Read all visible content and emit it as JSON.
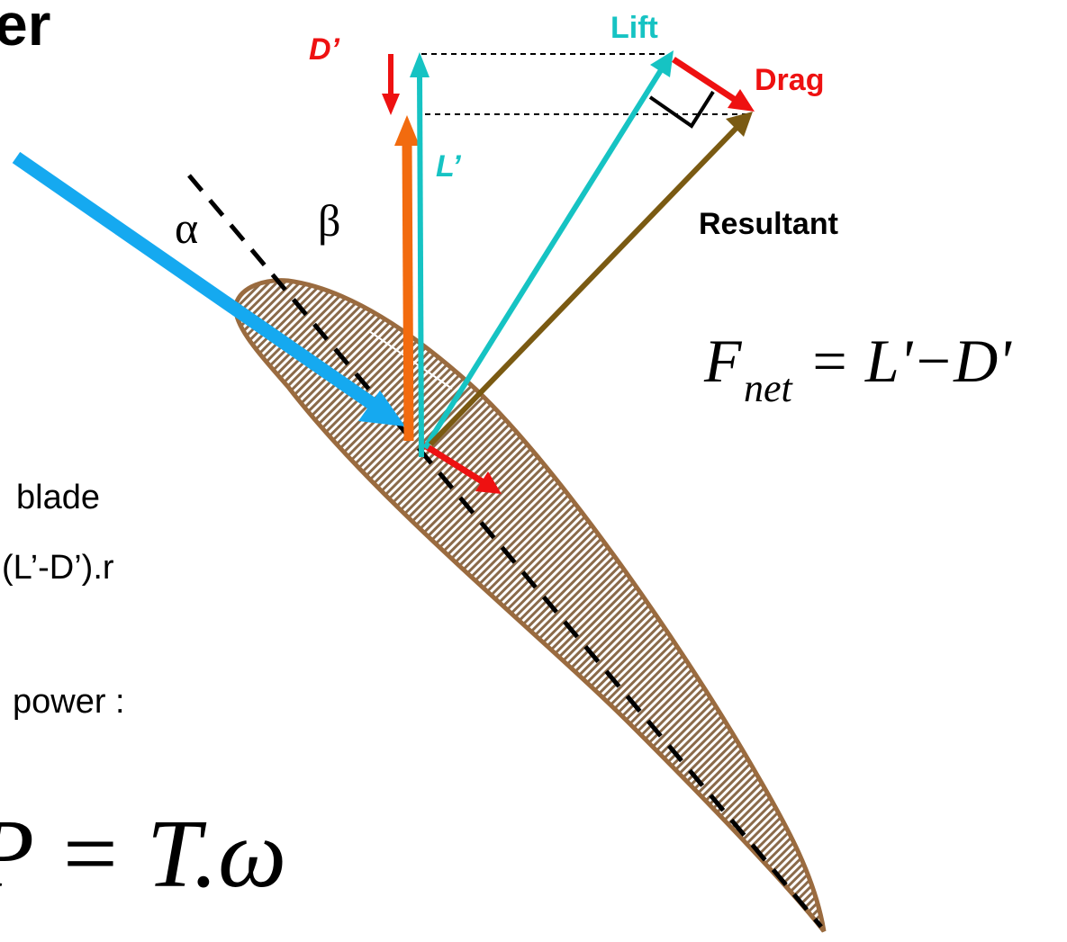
{
  "title_fragment": "er",
  "labels": {
    "lift": "Lift",
    "drag": "Drag",
    "d_prime": "D’",
    "l_prime": "L’",
    "resultant": "Resultant",
    "alpha": "α",
    "beta": "β"
  },
  "equations": {
    "fnet": {
      "F": "F",
      "sub": "net",
      "rhs": "= L'−D'"
    },
    "power": "P = T.ω"
  },
  "body_text": {
    "line1": "blade",
    "line2": "(L’-D’).r",
    "line3": "power :"
  },
  "colors": {
    "lift": "#16c3c3",
    "drag": "#ee1111",
    "d_prime": "#ee1111",
    "l_prime": "#16c3c3",
    "l_prime_bar": "#f26b0f",
    "resultant": "#7a5a12",
    "wind": "#15a9f0",
    "airfoil_outline": "#9a6b3f",
    "airfoil_fill": "#8a6a4a",
    "chord_line": "#000000"
  }
}
